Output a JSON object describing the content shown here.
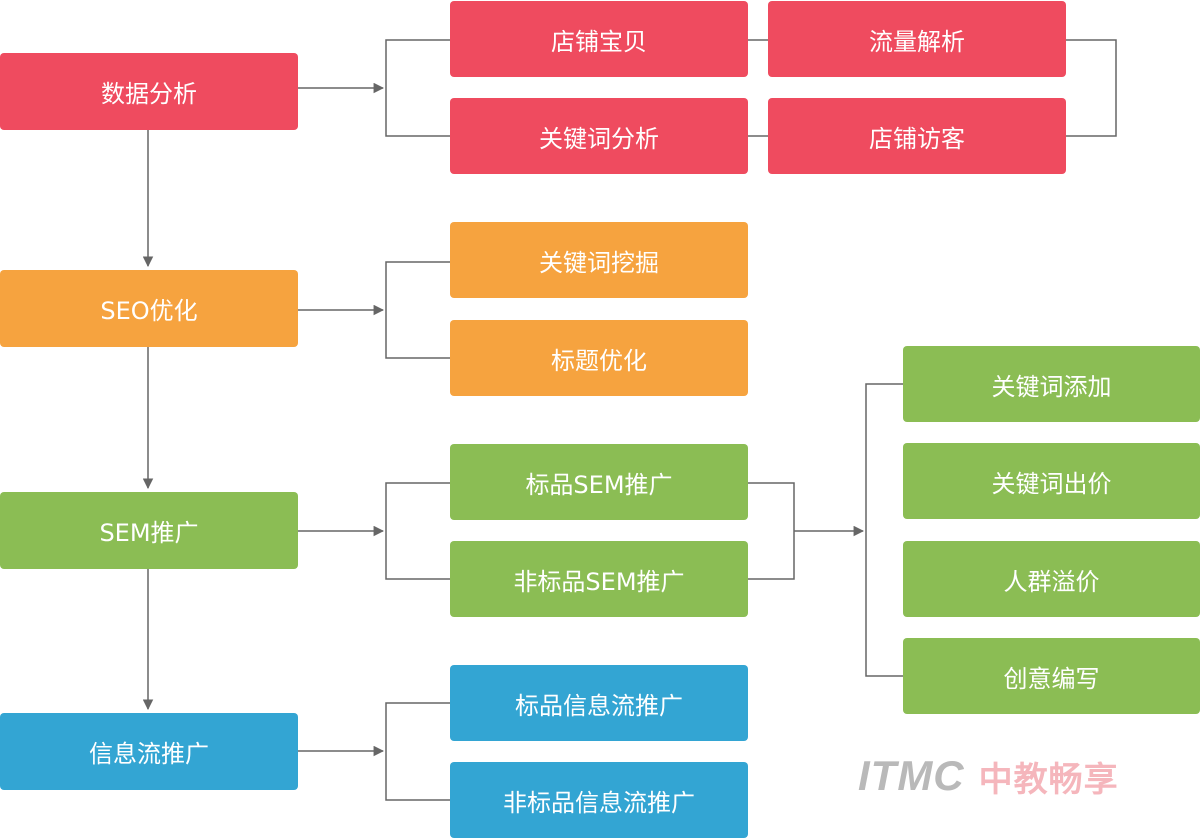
{
  "colors": {
    "red": "#ef4b5f",
    "orange": "#f6a33f",
    "green": "#8bbd54",
    "blue": "#33a5d3",
    "connector": "#666666"
  },
  "main": {
    "data_analysis": "数据分析",
    "seo": "SEO优化",
    "sem": "SEM推广",
    "feed": "信息流推广"
  },
  "data_analysis_items": {
    "store_items": "店铺宝贝",
    "traffic_analysis": "流量解析",
    "keyword_analysis": "关键词分析",
    "store_visitors": "店铺访客"
  },
  "seo_items": {
    "keyword_mining": "关键词挖掘",
    "title_optimization": "标题优化"
  },
  "sem_items": {
    "standard_sem": "标品SEM推广",
    "nonstandard_sem": "非标品SEM推广"
  },
  "sem_actions": {
    "keyword_add": "关键词添加",
    "keyword_bid": "关键词出价",
    "crowd_premium": "人群溢价",
    "creative_writing": "创意编写"
  },
  "feed_items": {
    "standard_feed": "标品信息流推广",
    "nonstandard_feed": "非标品信息流推广"
  },
  "logo": {
    "en": "ITMC",
    "cn": "中教畅享"
  }
}
